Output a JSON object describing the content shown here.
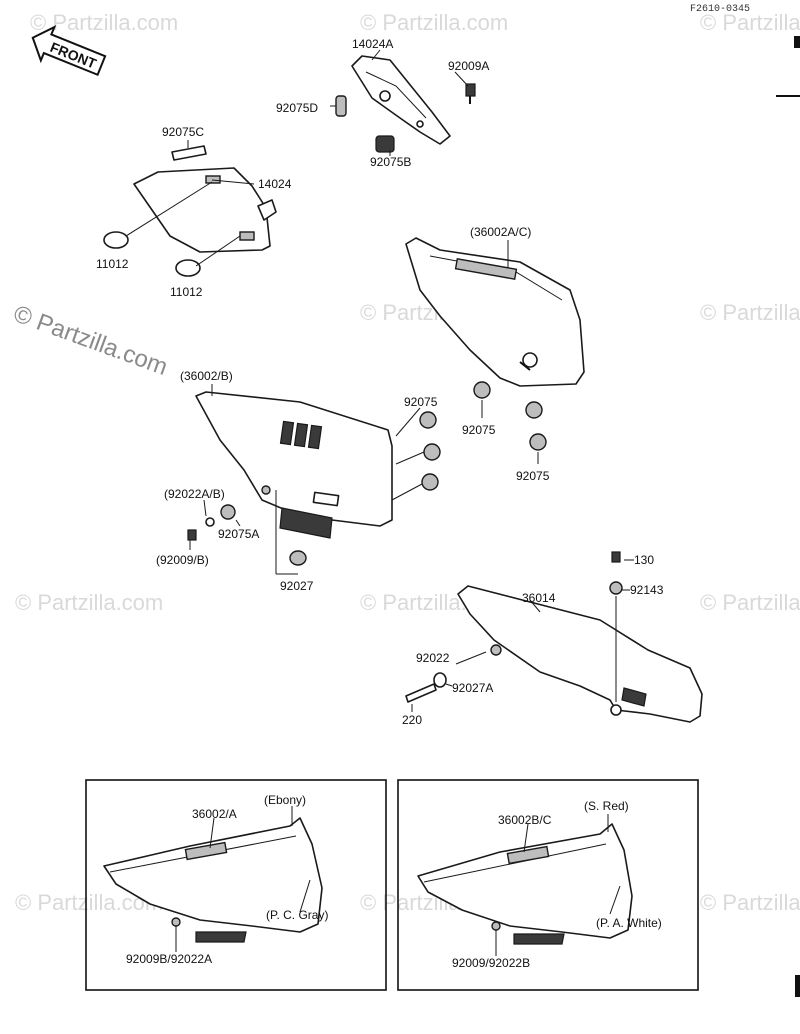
{
  "diagram": {
    "reference_code": "F2610-0345",
    "watermark": "© Partzilla.com",
    "front_arrow_label": "FRONT",
    "callouts": {
      "c14024A": "14024A",
      "c92009A": "92009A",
      "c92075D": "92075D",
      "c92075B": "92075B",
      "c92075C": "92075C",
      "c14024": "14024",
      "c11012a": "11012",
      "c11012b": "11012",
      "c36002AC": "(36002A/C)",
      "c36002B": "(36002/B)",
      "c92075a": "92075",
      "c92075b": "92075",
      "c92075c": "92075",
      "c92022AB": "(92022A/B)",
      "c92075A": "92075A",
      "c92009B": "(92009/B)",
      "c92027": "92027",
      "c130": "130",
      "c92143": "92143",
      "c36014": "36014",
      "c92022": "92022",
      "c92027A": "92027A",
      "c220": "220"
    },
    "box_left": {
      "part": "36002/A",
      "color_top": "(Ebony)",
      "color_bottom": "(P. C. Gray)",
      "fasteners": "92009B/92022A"
    },
    "box_right": {
      "part": "36002B/C",
      "color_top": "(S. Red)",
      "color_bottom": "(P. A. White)",
      "fasteners": "92009/92022B"
    }
  }
}
